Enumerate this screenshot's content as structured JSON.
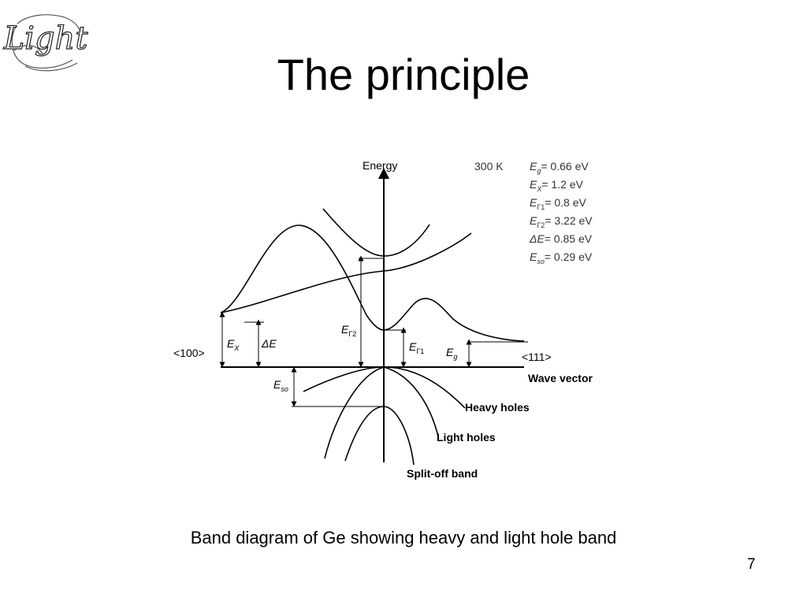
{
  "slide": {
    "logo_text": "Light",
    "title": "The principle",
    "caption": "Band diagram of Ge showing heavy and light hole band",
    "page_number": "7"
  },
  "diagram": {
    "axis_energy": "Energy",
    "axis_wave_vector": "Wave vector",
    "dir_left": "<100>",
    "dir_right": "<111>",
    "band_heavy_holes": "Heavy holes",
    "band_light_holes": "Light holes",
    "band_split_off": "Split-off band",
    "temperature": "300 K",
    "params": [
      {
        "sym": "E",
        "sub": "g",
        "value": "= 0.66 eV"
      },
      {
        "sym": "E",
        "sub": "X",
        "value": "= 1.2 eV"
      },
      {
        "sym": "E",
        "sub": "Γ1",
        "value": "= 0.8 eV"
      },
      {
        "sym": "E",
        "sub": "Γ2",
        "value": "= 3.22 eV"
      },
      {
        "sym": "ΔE",
        "sub": "",
        "value": "= 0.85 eV"
      },
      {
        "sym": "E",
        "sub": "so",
        "value": "= 0.29 eV"
      }
    ],
    "labels": {
      "ex": {
        "sym": "E",
        "sub": "X"
      },
      "de": {
        "sym": "ΔE"
      },
      "eg2": {
        "sym": "E",
        "sub": "Γ2"
      },
      "eg1": {
        "sym": "E",
        "sub": "Γ1"
      },
      "eg": {
        "sym": "E",
        "sub": "g"
      },
      "eso": {
        "sym": "E",
        "sub": "so"
      }
    }
  }
}
